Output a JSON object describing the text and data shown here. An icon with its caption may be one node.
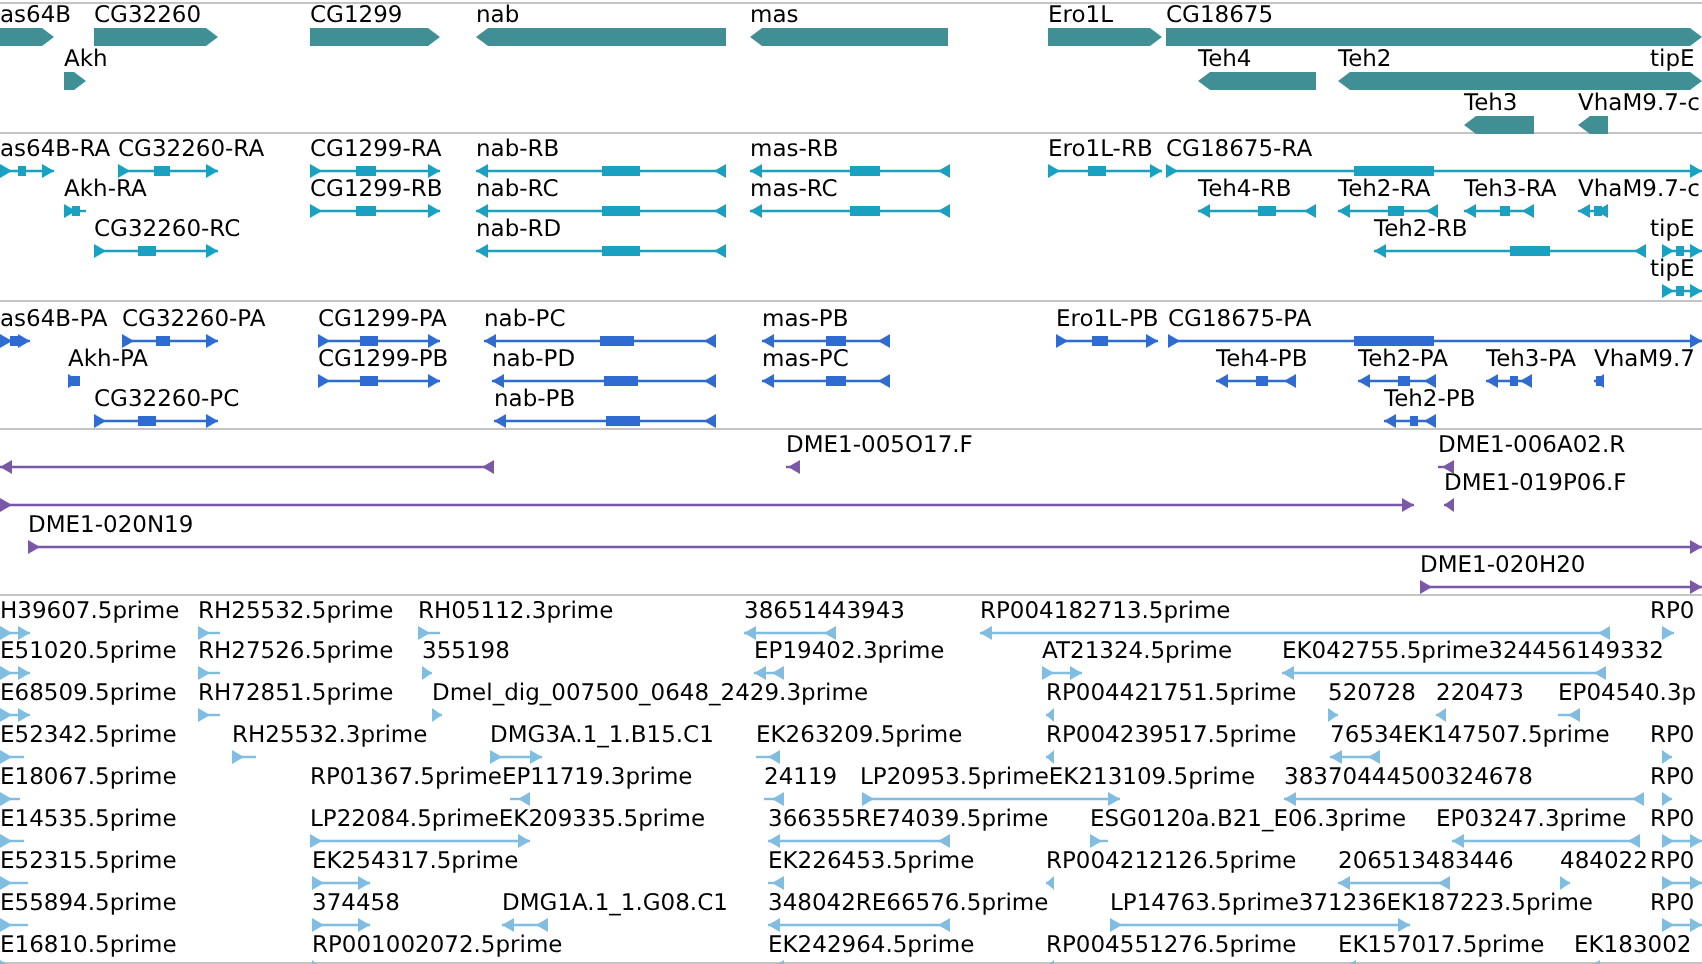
{
  "diagram": {
    "nodes": [
      {
        "text": [
          "as64B"
        ]
      },
      {
        "text": [
          "CG32260"
        ]
      },
      {
        "text": [
          "CG1299"
        ]
      },
      {
        "text": [
          "nab"
        ]
      },
      {
        "text": [
          "mas"
        ]
      },
      {
        "text": [
          "Ero1L"
        ]
      },
      {
        "text": [
          "CG18675"
        ]
      },
      {
        "text": [
          "Akh"
        ]
      },
      {
        "text": [
          "Teh4"
        ]
      },
      {
        "text": [
          "Teh2"
        ]
      },
      {
        "text": [
          "tipE"
        ]
      },
      {
        "text": [
          "Teh3"
        ]
      },
      {
        "text": [
          "VhaM9.7-c"
        ]
      },
      {
        "text": [
          "as64B-RA"
        ]
      },
      {
        "text": [
          "CG32260-RA"
        ]
      },
      {
        "text": [
          "CG1299-RA"
        ]
      },
      {
        "text": [
          "nab-RB"
        ]
      },
      {
        "text": [
          "mas-RB"
        ]
      },
      {
        "text": [
          "Ero1L-RB"
        ]
      },
      {
        "text": [
          "CG18675-RA"
        ]
      },
      {
        "text": [
          "Akh-RA"
        ]
      },
      {
        "text": [
          "CG1299-RB"
        ]
      },
      {
        "text": [
          "nab-RC"
        ]
      },
      {
        "text": [
          "mas-RC"
        ]
      },
      {
        "text": [
          "Teh4-RB"
        ]
      },
      {
        "text": [
          "Teh2-RA"
        ]
      },
      {
        "text": [
          "Teh3-RA"
        ]
      },
      {
        "text": [
          "VhaM9.7-c"
        ]
      },
      {
        "text": [
          "CG32260-RC"
        ]
      },
      {
        "text": [
          "nab-RD"
        ]
      },
      {
        "text": [
          "Teh2-RB"
        ]
      },
      {
        "text": [
          "tipE"
        ]
      },
      {
        "text": [
          "tipE"
        ]
      },
      {
        "text": [
          "as64B-PA"
        ]
      },
      {
        "text": [
          "CG32260-PA"
        ]
      },
      {
        "text": [
          "CG1299-PA"
        ]
      },
      {
        "text": [
          "nab-PC"
        ]
      },
      {
        "text": [
          "mas-PB"
        ]
      },
      {
        "text": [
          "Ero1L-PB"
        ]
      },
      {
        "text": [
          "CG18675-PA"
        ]
      },
      {
        "text": [
          "Akh-PA"
        ]
      },
      {
        "text": [
          "CG1299-PB"
        ]
      },
      {
        "text": [
          "nab-PD"
        ]
      },
      {
        "text": [
          "mas-PC"
        ]
      },
      {
        "text": [
          "Teh4-PB"
        ]
      },
      {
        "text": [
          "Teh2-PA"
        ]
      },
      {
        "text": [
          "Teh3-PA"
        ]
      },
      {
        "text": [
          "VhaM9.7"
        ]
      },
      {
        "text": [
          "CG32260-PC"
        ]
      },
      {
        "text": [
          "nab-PB"
        ]
      },
      {
        "text": [
          "Teh2-PB"
        ]
      },
      {
        "text": [],
        "shape": "bar"
      },
      {
        "text": [
          "DME1-005O17.F"
        ]
      },
      {
        "text": [
          "DME1-006A02.R"
        ]
      },
      {
        "text": [],
        "shape": "bar"
      },
      {
        "text": [
          "DME1-019P06.F"
        ]
      },
      {
        "text": [
          "DME1-020N19"
        ]
      },
      {
        "text": [
          "DME1-020H20"
        ]
      },
      {
        "text": [
          "H39607.5prime"
        ]
      },
      {
        "text": [
          "RH25532.5prime"
        ]
      },
      {
        "text": [
          "RH05112.3prime"
        ]
      },
      {
        "text": [
          "38651443943"
        ]
      },
      {
        "text": [
          "RP004182713.5prime"
        ]
      },
      {
        "text": [
          "RP0"
        ]
      },
      {
        "text": [
          "E51020.5prime"
        ]
      },
      {
        "text": [
          "RH27526.5prime"
        ]
      },
      {
        "text": [
          "355198"
        ]
      },
      {
        "text": [
          "EP19402.3prime"
        ]
      },
      {
        "text": [
          "AT21324.5prime"
        ]
      },
      {
        "text": [
          "EK042755.5prime324456149332"
        ]
      },
      {
        "text": [
          "E68509.5prime"
        ]
      },
      {
        "text": [
          "RH72851.5prime"
        ]
      },
      {
        "text": [
          "Dmel_dig_007500_0648_2429.3prime"
        ]
      },
      {
        "text": [
          "RP004421751.5prime"
        ]
      },
      {
        "text": [
          "520728"
        ]
      },
      {
        "text": [
          "220473"
        ]
      },
      {
        "text": [
          "EP04540.3p"
        ]
      },
      {
        "text": [
          "E52342.5prime"
        ]
      },
      {
        "text": [
          "RH25532.3prime"
        ]
      },
      {
        "text": [
          "DMG3A.1_1.B15.C1"
        ]
      },
      {
        "text": [
          "EK263209.5prime"
        ]
      },
      {
        "text": [
          "RP004239517.5prime"
        ]
      },
      {
        "text": [
          "76534EK147507.5prime"
        ]
      },
      {
        "text": [
          "RP0"
        ]
      },
      {
        "text": [
          "E18067.5prime"
        ]
      },
      {
        "text": [
          "RP01367.5primeEP11719.3prime"
        ]
      },
      {
        "text": [
          "24119"
        ]
      },
      {
        "text": [
          "LP20953.5primeEK213109.5prime"
        ]
      },
      {
        "text": [
          "38370444500324678"
        ]
      },
      {
        "text": [
          "RP0"
        ]
      },
      {
        "text": [
          "E14535.5prime"
        ]
      },
      {
        "text": [
          "LP22084.5primeEK209335.5prime"
        ]
      },
      {
        "text": [
          "366355RE74039.5prime"
        ]
      },
      {
        "text": [
          "ESG0120a.B21_E06.3prime"
        ]
      },
      {
        "text": [
          "EP03247.3prime"
        ]
      },
      {
        "text": [
          "RP0"
        ]
      },
      {
        "text": [
          "E52315.5prime"
        ]
      },
      {
        "text": [
          "EK254317.5prime"
        ]
      },
      {
        "text": [
          "EK226453.5prime"
        ]
      },
      {
        "text": [
          "RP004212126.5prime"
        ]
      },
      {
        "text": [
          "206513483446"
        ]
      },
      {
        "text": [
          "484022"
        ]
      },
      {
        "text": [
          "RP0"
        ]
      },
      {
        "text": [
          "E55894.5prime"
        ]
      },
      {
        "text": [
          "374458"
        ]
      },
      {
        "text": [
          "DMG1A.1_1.G08.C1"
        ]
      },
      {
        "text": [
          "348042RE66576.5prime"
        ]
      },
      {
        "text": [
          "LP14763.5prime371236EK187223.5prime"
        ]
      },
      {
        "text": [
          "RP0"
        ]
      },
      {
        "text": [
          "E16810.5prime"
        ]
      },
      {
        "text": [
          "RP001002072.5prime"
        ]
      },
      {
        "text": [
          "EK242964.5prime"
        ]
      },
      {
        "text": [
          "RP004551276.5prime"
        ]
      },
      {
        "text": [
          "EK157017.5prime"
        ]
      },
      {
        "text": [
          "EK183002"
        ]
      }
    ]
  }
}
